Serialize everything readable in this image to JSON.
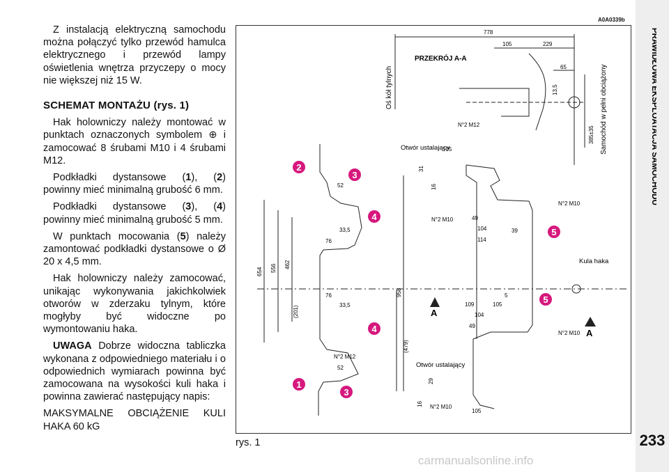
{
  "body": {
    "para1": "Z instalacją elektryczną samochodu można połączyć tylko przewód hamulca elektrycznego i przewód lampy oświetlenia wnętrza przyczepy o mocy nie większej niż 15 W.",
    "heading_bold": "SCHEMAT MONTAŻU",
    "heading_rest": " (rys. 1)",
    "para2": "Hak holowniczy należy montować w punktach oznaczonych symbolem ⊕ i zamocować 8 śrubami M10 i 4 śrubami M12.",
    "para3_a": "Podkładki dystansowe (",
    "para3_n1": "1",
    "para3_b": "), (",
    "para3_n2": "2",
    "para3_c": ") powinny mieć minimalną grubość 6 mm.",
    "para4_a": "Podkładki dystansowe (",
    "para4_n1": "3",
    "para4_b": "), (",
    "para4_n2": "4",
    "para4_c": ") powinny mieć minimalną grubość 5 mm.",
    "para5_a": "W punktach mocowania (",
    "para5_n": "5",
    "para5_b": ") należy zamontować podkładki dystansowe o Ø 20 x 4,5 mm.",
    "para6": "Hak holowniczy należy zamocować, unikając wykonywania jakichkolwiek otworów w zderzaku tylnym, które mogłyby być widoczne po wymontowaniu haka.",
    "note_label": "UWAGA",
    "note_text": " Dobrze widoczna tabliczka wykonana z odpowiedniego materiału i o odpowiednich wymiarach powinna być zamocowana na wysokości kuli haka i powinna zawierać następujący napis:",
    "max_load": "MAKSYMALNE OBCIĄŻENIE KULI HAKA 60 kG"
  },
  "figure": {
    "ref": "A0A0339b",
    "caption": "rys. 1",
    "section_label": "PRZEKRÓJ A-A",
    "axle_label": "Oś kół tylnych",
    "loaded_label": "Samochód w pełni obciążony",
    "hole_label_1": "Otwór ustalający",
    "hole_label_2": "Otwór ustalający",
    "ball_label": "Kula haka",
    "section_marker": "A",
    "dims": {
      "d778": "778",
      "d105a": "105",
      "d229": "229",
      "d65": "65",
      "d13_5": "13,5",
      "d385": "385±35",
      "m12a": "N°2 M12",
      "d105b": "105",
      "d31": "31",
      "d16a": "16",
      "m10a": "N°2 M10",
      "m10b": "N°2 M10",
      "d49a": "49",
      "d104a": "104",
      "d114": "114",
      "d39": "39",
      "d52a": "52",
      "d33_5a": "33,5",
      "d76a": "76",
      "d654": "654",
      "d556": "556",
      "d462": "462",
      "d201": "(201)",
      "d958": "958",
      "d479": "(479)",
      "d76b": "76",
      "d33_5b": "33,5",
      "d109": "109",
      "d105c": "105",
      "d5": "5",
      "d104b": "104",
      "d49b": "49",
      "m10c": "N°2 M10",
      "m12b": "N°2 M12",
      "d52b": "52",
      "d29": "29",
      "d16b": "16",
      "m10d": "N°2 M10",
      "d105d": "105"
    },
    "callouts": {
      "c1": "1",
      "c2": "2",
      "c3a": "3",
      "c3b": "3",
      "c4a": "4",
      "c4b": "4",
      "c5a": "5",
      "c5b": "5"
    }
  },
  "sidebar": {
    "title": "PRAWIDŁOWA EKSPLOATACJA SAMOCHODU",
    "page_number": "233"
  },
  "watermark": "carmanualsonline.info",
  "colors": {
    "callout": "#d6187d",
    "sidebar_bg": "#eeeeee"
  }
}
